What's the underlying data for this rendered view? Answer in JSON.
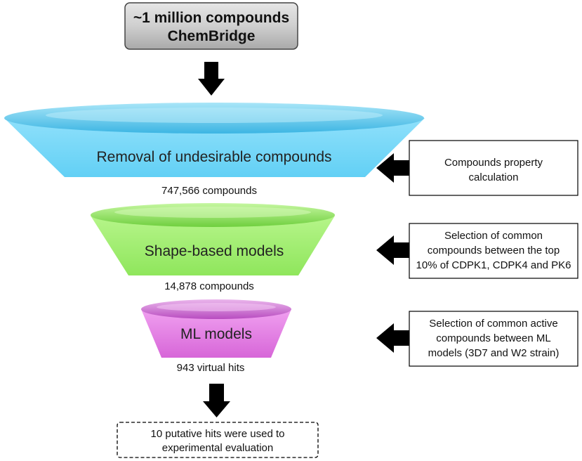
{
  "source": {
    "line1": "~1 million compounds",
    "line2": "ChemBridge"
  },
  "stages": [
    {
      "label": "Removal of undesirable compounds",
      "count": "747,566 compounds",
      "color": "#5ccbf0"
    },
    {
      "label": "Shape-based models",
      "count": "14,878 compounds",
      "color": "#8fe35a"
    },
    {
      "label": "ML models",
      "count": "943 virtual hits",
      "color": "#d867d8"
    }
  ],
  "side_boxes": [
    {
      "lines": [
        "Compounds property",
        "calculation"
      ]
    },
    {
      "lines": [
        "Selection of common",
        "compounds between the top",
        "10% of CDPK1, CDPK4 and PK6"
      ]
    },
    {
      "lines": [
        "Selection of common active",
        "compounds between ML",
        "models (3D7 and W2 strain)"
      ]
    }
  ],
  "result": {
    "line1": "10 putative hits were used to",
    "line2": "experimental evaluation"
  }
}
